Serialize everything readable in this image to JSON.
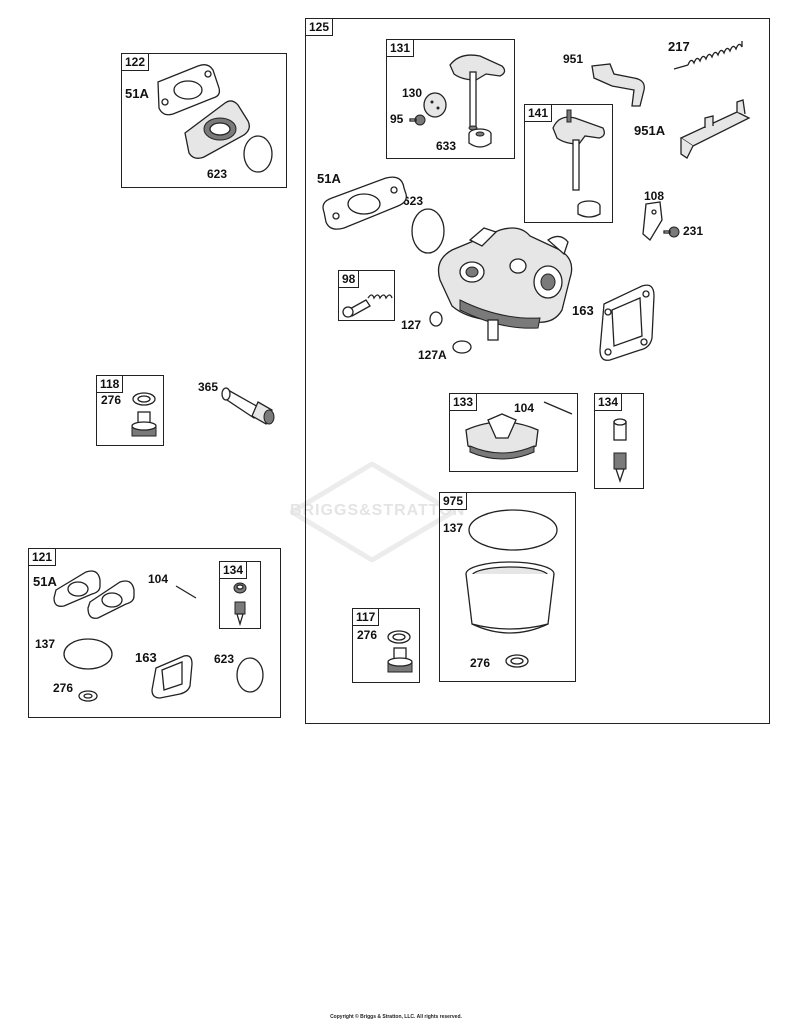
{
  "watermark": {
    "text": "BRIGGS&STRATTON"
  },
  "footer": {
    "copyright": "Copyright © Briggs & Stratton, LLC. All rights reserved."
  },
  "groups": {
    "g122": {
      "tag": "122",
      "labels": {
        "gasket": "51A",
        "ring": "623"
      }
    },
    "g125": {
      "tag": "125",
      "labels": {
        "spring": "217",
        "lever": "951",
        "bracket": "951A",
        "plate": "108",
        "screw": "231",
        "gasket": "51A",
        "oring": "623",
        "spacer": "127",
        "plug": "127A",
        "gasket2": "163"
      }
    },
    "g131": {
      "tag": "131",
      "labels": {
        "plate": "130",
        "screw": "95",
        "bushing": "633"
      }
    },
    "g141": {
      "tag": "141"
    },
    "g98": {
      "tag": "98"
    },
    "g133": {
      "tag": "133",
      "labels": {
        "pin": "104"
      }
    },
    "g134a": {
      "tag": "134"
    },
    "g975": {
      "tag": "975",
      "labels": {
        "gasket": "137",
        "washer": "276"
      }
    },
    "g117": {
      "tag": "117",
      "labels": {
        "washer": "276"
      }
    },
    "g118": {
      "tag": "118",
      "labels": {
        "washer": "276"
      }
    },
    "tube365": {
      "label": "365"
    },
    "g121": {
      "tag": "121",
      "labels": {
        "gasket": "51A",
        "pin": "104",
        "ring": "137",
        "gasket2": "163",
        "oring": "623",
        "washer": "276"
      }
    },
    "g134b": {
      "tag": "134"
    }
  }
}
